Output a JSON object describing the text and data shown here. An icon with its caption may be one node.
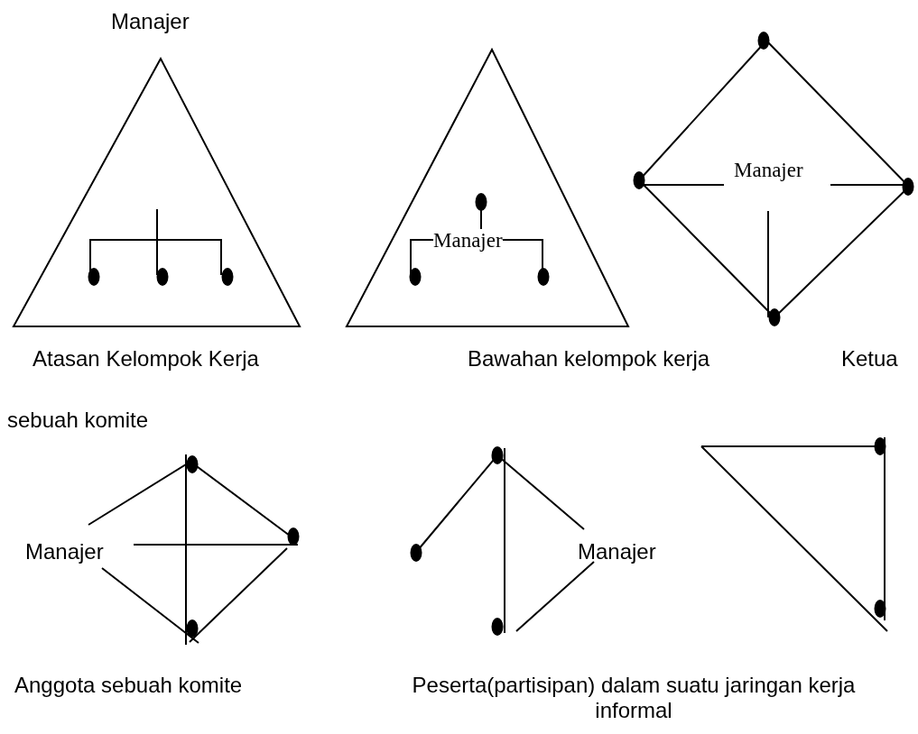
{
  "diagram": {
    "labels": [
      "Manajer",
      "Manajer",
      "Manajer",
      "Atasan Kelompok Kerja",
      "Bawahan kelompok kerja",
      "Ketua",
      "sebuah komite",
      "Manajer",
      "Manajer",
      "Anggota sebuah komite",
      "Peserta(partisipan) dalam suatu jaringan kerja informal"
    ]
  }
}
